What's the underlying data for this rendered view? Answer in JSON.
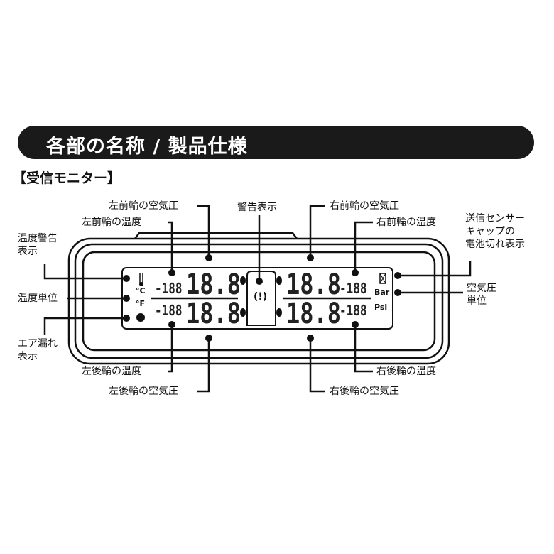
{
  "header": {
    "title": "各部の名称 / 製品仕様"
  },
  "section": {
    "title": "【受信モニター】"
  },
  "labels": {
    "front_left_pressure": "左前輪の空気圧",
    "front_left_temp": "左前輪の温度",
    "warning": "警告表示",
    "front_right_pressure": "右前輪の空気圧",
    "front_right_temp": "右前輪の温度",
    "sensor_battery": [
      "送信センサー",
      "キャップの",
      "電池切れ表示"
    ],
    "pressure_unit": [
      "空気圧",
      "単位"
    ],
    "temp_warning": [
      "温度警告",
      "表示"
    ],
    "temp_unit": "温度単位",
    "air_leak": [
      "エア漏れ",
      "表示"
    ],
    "rear_left_temp": "左後輪の温度",
    "rear_left_pressure": "左後輪の空気圧",
    "rear_right_temp": "右後輪の温度",
    "rear_right_pressure": "右後輪の空気圧"
  },
  "lcd": {
    "big_digits": "18.8",
    "small_digits": "-188",
    "celsius": "°C",
    "fahrenheit": "°F",
    "bar": "Bar",
    "psi": "Psi",
    "icons": [
      "thermometer-icon",
      "snowflake-leak-icon",
      "tpms-warning-icon",
      "battery-icon"
    ]
  }
}
